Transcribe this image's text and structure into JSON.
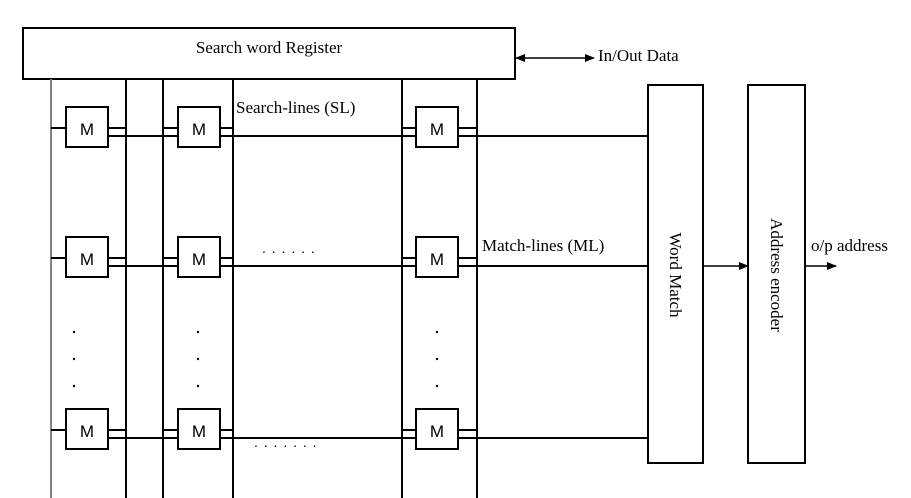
{
  "register": {
    "label": "Search word Register"
  },
  "io": {
    "label": "In/Out Data"
  },
  "labels": {
    "search_lines": "Search-lines (SL)",
    "match_lines": "Match-lines (ML)",
    "output": "o/p address",
    "row_ellipsis_mid": ". . . . . .",
    "row_ellipsis_bottom": ". . . . . . ."
  },
  "cell": {
    "label": "M"
  },
  "word_match": {
    "label": "Word Match"
  },
  "address_encoder": {
    "label": "Address encoder"
  },
  "grid": {
    "rows_shown": 3,
    "columns_shown": 3
  }
}
